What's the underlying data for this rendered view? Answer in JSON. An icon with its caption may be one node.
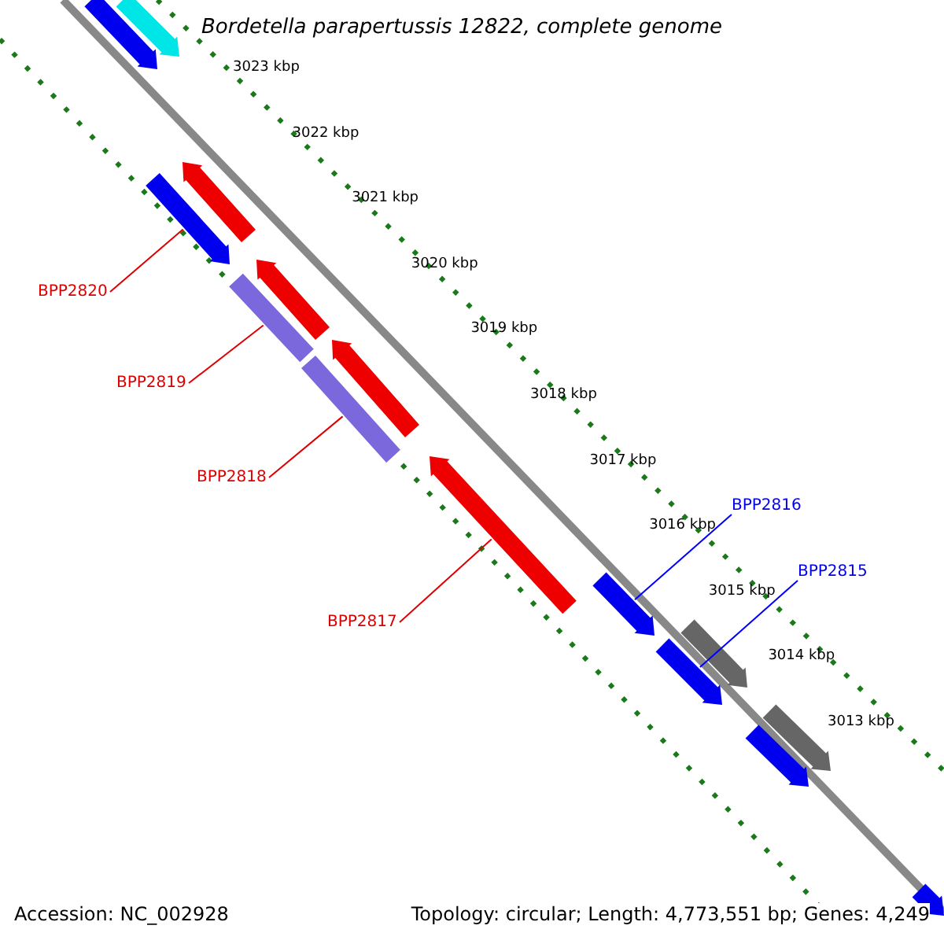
{
  "diagram": {
    "title": "Bordetella parapertussis 12822, complete genome",
    "nodes": [
      {
        "text": [
          "BPP2820"
        ]
      },
      {
        "text": [
          "BPP2819"
        ]
      },
      {
        "text": [
          "BPP2818"
        ]
      },
      {
        "text": [
          "BPP2817"
        ]
      },
      {
        "text": [
          "BPP2816"
        ]
      },
      {
        "text": [
          "BPP2815"
        ]
      },
      {
        "text": [],
        "shape": "bar"
      },
      {
        "text": [],
        "shape": "bar"
      },
      {
        "text": [],
        "shape": "bar"
      },
      {
        "text": [],
        "shape": "bar"
      },
      {
        "text": [],
        "shape": "bar"
      },
      {
        "text": [],
        "shape": "bar"
      },
      {
        "text": [],
        "shape": "bar"
      },
      {
        "text": [],
        "shape": "bar"
      },
      {
        "text": [],
        "shape": "bar"
      },
      {
        "text": [],
        "shape": "bar"
      },
      {
        "text": [],
        "shape": "bar"
      },
      {
        "text": [],
        "shape": "bar"
      },
      {
        "text": [],
        "shape": "bar"
      },
      {
        "text": [],
        "shape": "bar"
      },
      {
        "text": [],
        "shape": "bar"
      }
    ],
    "edges": [
      {
        "from": 0,
        "to": 9,
        "arrow": "none"
      },
      {
        "from": 1,
        "to": 10,
        "arrow": "none"
      },
      {
        "from": 2,
        "to": 12,
        "arrow": "none"
      },
      {
        "from": 3,
        "to": 14,
        "arrow": "none"
      },
      {
        "from": 4,
        "to": 15,
        "arrow": "none",
        "color": "#0000ff"
      },
      {
        "from": 5,
        "to": 17,
        "arrow": "none",
        "color": "#0000ff"
      }
    ],
    "labels": [
      "3023 kbp",
      "3022 kbp",
      "3021 kbp",
      "3020 kbp",
      "3019 kbp",
      "3018 kbp",
      "3017 kbp",
      "3016 kbp",
      "3015 kbp",
      "3014 kbp",
      "3013 kbp",
      "Accession: NC_002928",
      "Topology: circular; Length: 4,773,551 bp; Genes: 4,249"
    ]
  }
}
